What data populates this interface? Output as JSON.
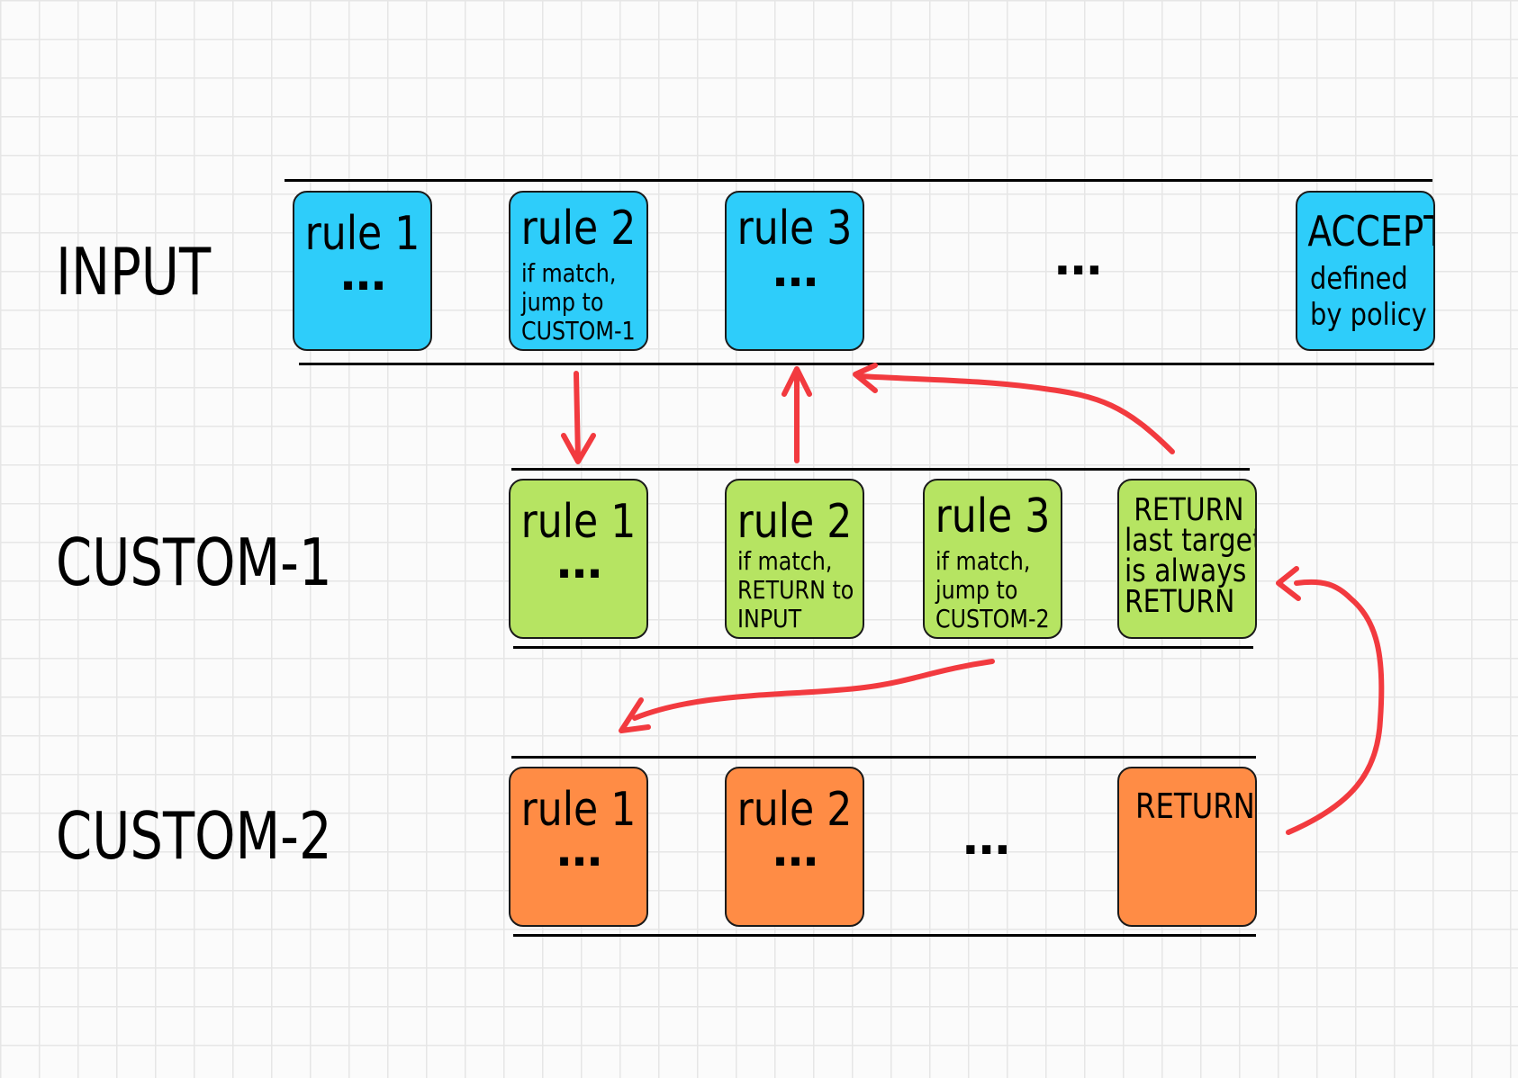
{
  "colors": {
    "input_box": "#2ecdfa",
    "custom1_box": "#b6e462",
    "custom2_box": "#ff8c45",
    "arrow": "#f23a3f"
  },
  "chains": {
    "input": {
      "label": "INPUT",
      "rule1": {
        "title": "rule 1",
        "dots": "..."
      },
      "rule2": {
        "title": "rule 2",
        "lines": [
          "if match,",
          "jump to",
          "CUSTOM-1"
        ]
      },
      "rule3": {
        "title": "rule 3",
        "dots": "..."
      },
      "ellipsis": "...",
      "policy": {
        "title": "ACCEPT",
        "lines": [
          "defined",
          "by policy"
        ]
      }
    },
    "custom1": {
      "label": "CUSTOM-1",
      "rule1": {
        "title": "rule 1",
        "dots": "..."
      },
      "rule2": {
        "title": "rule 2",
        "lines": [
          "if match,",
          "RETURN to",
          "INPUT"
        ]
      },
      "rule3": {
        "title": "rule 3",
        "lines": [
          "if match,",
          "jump to",
          "CUSTOM-2"
        ]
      },
      "return": {
        "lines": [
          "RETURN",
          "last target",
          "is always",
          "RETURN"
        ]
      }
    },
    "custom2": {
      "label": "CUSTOM-2",
      "rule1": {
        "title": "rule 1",
        "dots": "..."
      },
      "rule2": {
        "title": "rule 2",
        "dots": "..."
      },
      "ellipsis": "...",
      "return": {
        "title": "RETURN"
      }
    }
  }
}
